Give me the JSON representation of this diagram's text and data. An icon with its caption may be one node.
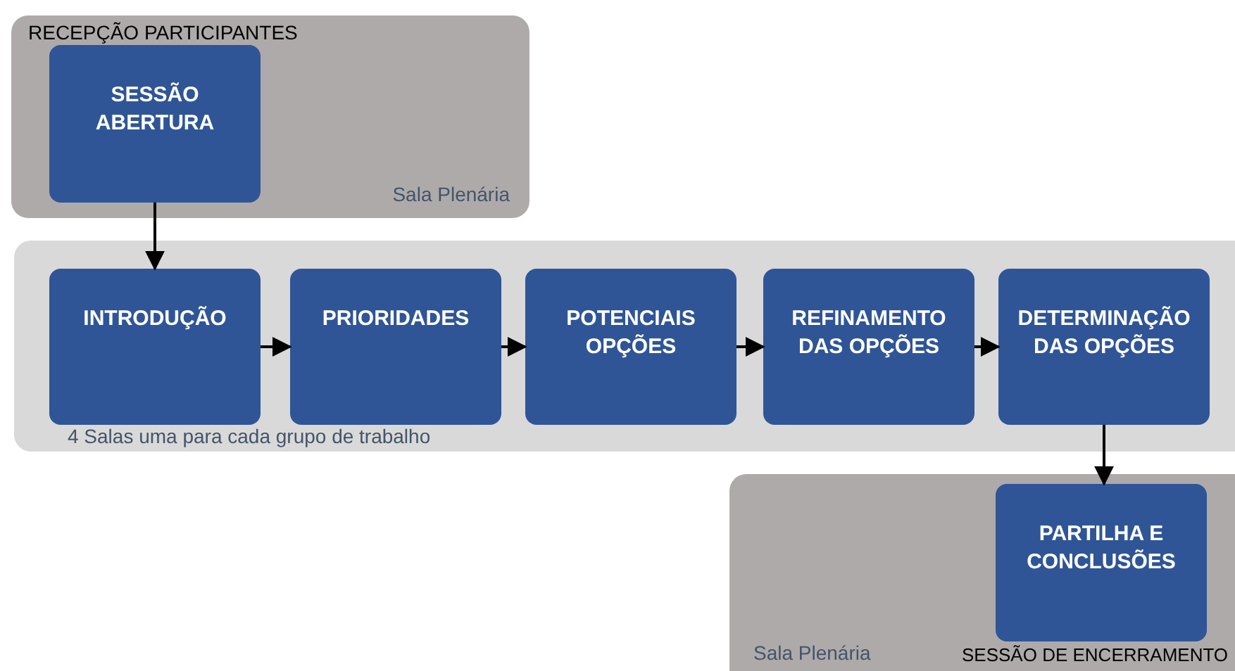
{
  "diagram": {
    "nodes": [
      {
        "text": [
          "RECEPÇÃO PARTICIPANTES",
          "Sala Plenária"
        ]
      },
      {
        "text": [
          "SESSÃO ABERTURA"
        ],
        "in": 0
      },
      {
        "text": [
          "4 Salas uma para cada grupo de trabalho"
        ]
      },
      {
        "text": [
          "INTRODUÇÃO"
        ],
        "in": 2
      },
      {
        "text": [
          "PRIORIDADES"
        ],
        "in": 2
      },
      {
        "text": [
          "POTENCIAIS OPÇÕES"
        ],
        "in": 2
      },
      {
        "text": [
          "REFINAMENTO DAS OPÇÕES"
        ],
        "in": 2
      },
      {
        "text": [
          "DETERMINAÇÃO DAS OPÇÕES"
        ],
        "in": 2
      },
      {
        "text": [
          "Sala Plenária",
          "SESSÃO DE ENCERRAMENTO"
        ]
      },
      {
        "text": [
          "PARTILHA E CONCLUSÕES"
        ],
        "in": 8
      }
    ],
    "edges": [
      {
        "from": 1,
        "to": 3,
        "arrow": "to"
      },
      {
        "from": 3,
        "to": 4,
        "arrow": "to"
      },
      {
        "from": 4,
        "to": 5,
        "arrow": "to"
      },
      {
        "from": 5,
        "to": 6,
        "arrow": "to"
      },
      {
        "from": 6,
        "to": 7,
        "arrow": "to"
      },
      {
        "from": 7,
        "to": 9,
        "arrow": "to"
      }
    ]
  }
}
